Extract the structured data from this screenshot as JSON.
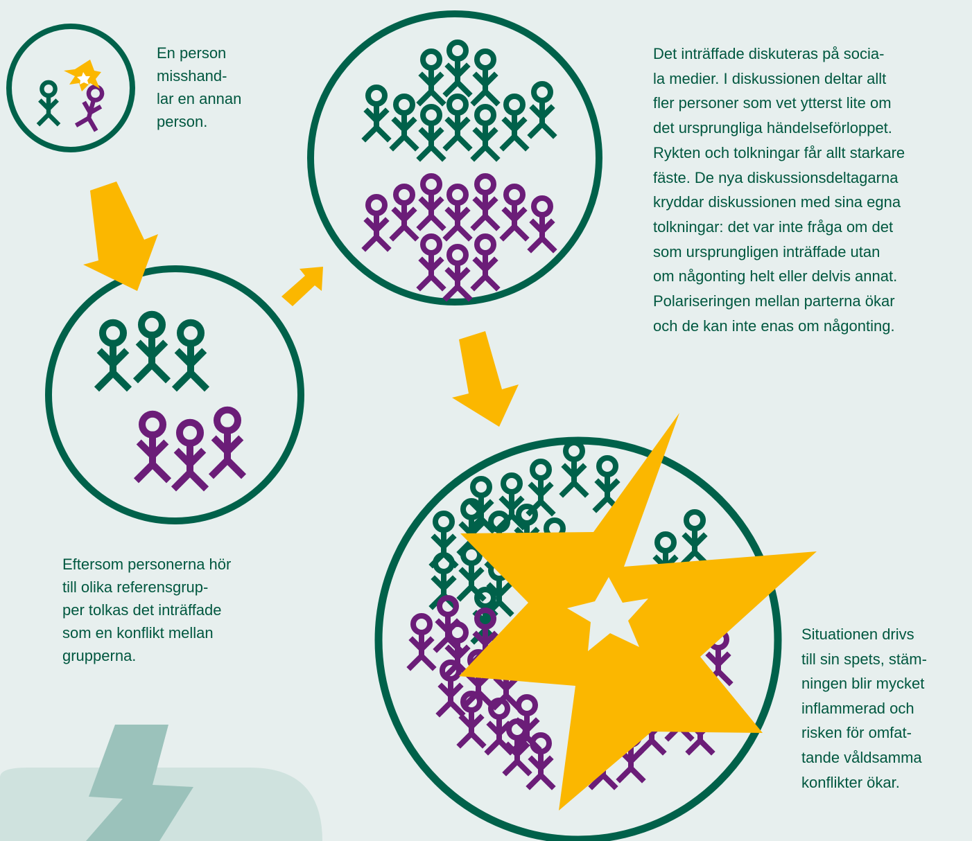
{
  "texts": {
    "step1": [
      "En person",
      "misshand-",
      "lar en annan",
      "person."
    ],
    "step2": [
      "Eftersom personerna hör",
      "till olika referensgrup-",
      "per tolkas det inträffade",
      "som en konflikt mellan",
      "grupperna."
    ],
    "step3": [
      "Det inträffade diskuteras på socia-",
      "la medier. I diskussionen deltar allt",
      "fler personer som vet ytterst lite om",
      "det ursprungliga händelseförloppet.",
      "Rykten och tolkningar får allt starkare",
      "fäste. De nya diskussionsdeltagarna",
      "kryddar diskussionen med sina egna",
      "tolkningar: det var inte fråga om det",
      "som ursprungligen inträffade utan",
      "om någonting helt eller delvis annat.",
      "Polariseringen mellan parterna ökar",
      "och de kan inte enas om någonting."
    ],
    "step4": [
      "Situationen drivs",
      "till sin spets, stäm-",
      "ningen blir mycket",
      "inflammerad och",
      "risken för omfat-",
      "tande våldsamma",
      "konflikter ökar."
    ]
  },
  "icons": [
    "person-green-icon",
    "person-purple-icon",
    "conflict-star-icon",
    "arrow-icon",
    "lightning-icon"
  ],
  "colors": {
    "background": "#e7efee",
    "green": "#00614a",
    "purple": "#6b1d78",
    "yellow": "#fbb700",
    "text": "#00573f",
    "lightning": "#9bc2bb",
    "blob": "#cfe2de"
  }
}
